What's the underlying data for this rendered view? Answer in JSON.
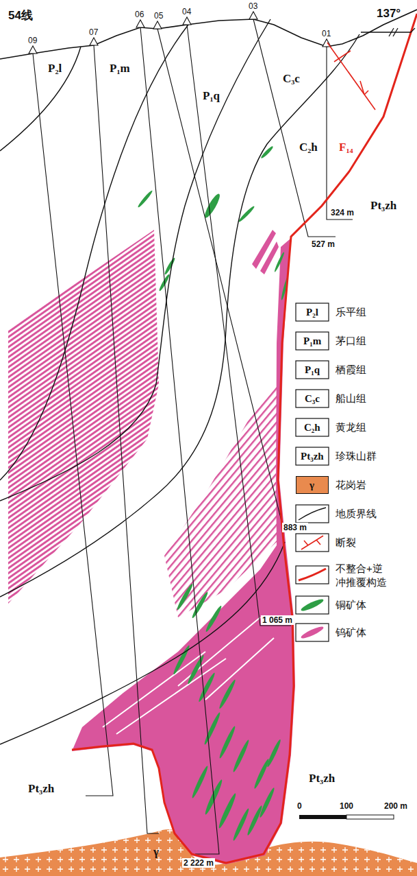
{
  "diagram": {
    "labels": [
      "54线",
      "137°",
      "09",
      "07",
      "06",
      "05",
      "04",
      "03",
      "01",
      "P₂l",
      "P₁m",
      "P₁q",
      "C₃c",
      "C₂h",
      "F₁₄",
      "324 m",
      "Pt₃zh",
      "527 m",
      "883 m",
      "1 065 m",
      "Pt₃zh",
      "Pt₃zh",
      "γ",
      "2 222 m",
      "0",
      "100",
      "200 m",
      "P₂l",
      "P₁m",
      "P₁q",
      "C₃c",
      "C₂h",
      "Pt₃zh",
      "γ"
    ],
    "legend": [
      {
        "text": "乐平组"
      },
      {
        "text": "茅口组"
      },
      {
        "text": "栖霞组"
      },
      {
        "text": "船山组"
      },
      {
        "text": "黄龙组"
      },
      {
        "text": "珍珠山群"
      },
      {
        "text": "花岗岩",
        "color": "#e98a4e"
      },
      {
        "text": "地质界线"
      },
      {
        "text": "断裂"
      },
      {
        "text": "不整合+逆冲推覆构造"
      },
      {
        "text": "铜矿体",
        "color": "#2e9e45"
      },
      {
        "text": "钨矿体",
        "color": "#d9559c"
      }
    ]
  }
}
